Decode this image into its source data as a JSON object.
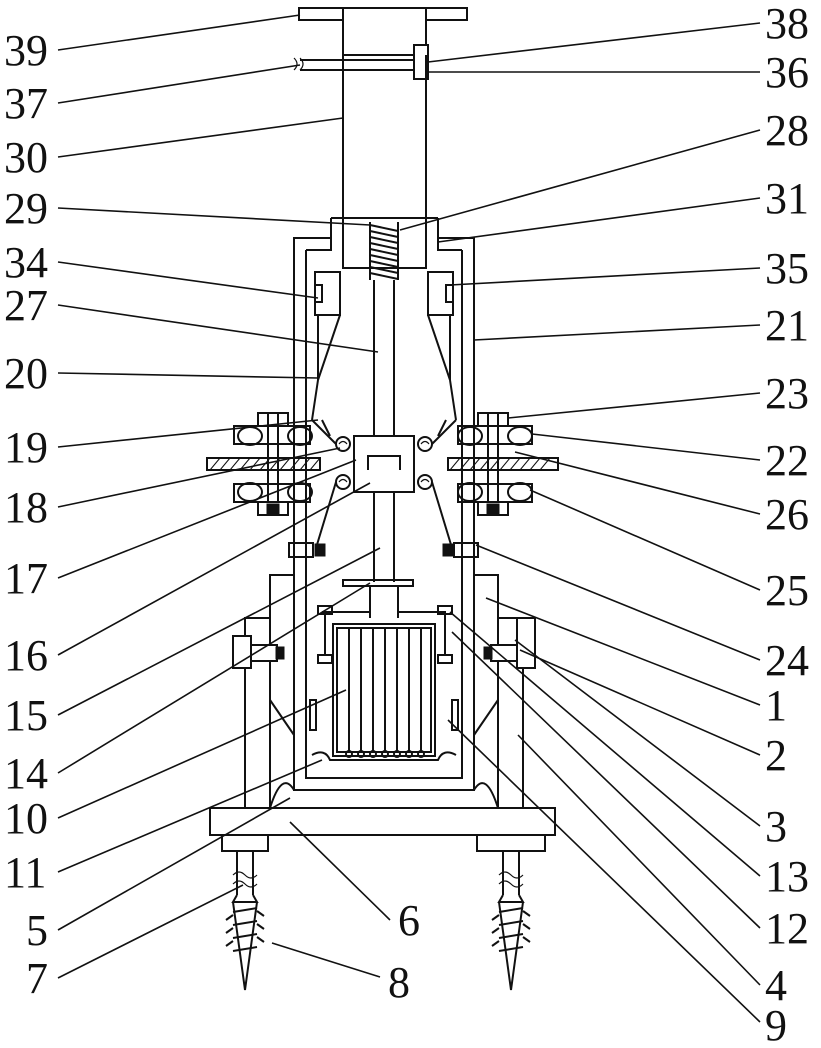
{
  "figure": {
    "callouts_left": [
      "39",
      "37",
      "30",
      "29",
      "34",
      "27",
      "20",
      "19",
      "18",
      "17",
      "16",
      "15",
      "14",
      "10",
      "11",
      "5",
      "7"
    ],
    "callouts_right": [
      "38",
      "36",
      "28",
      "31",
      "35",
      "21",
      "23",
      "22",
      "26",
      "25",
      "24",
      "1",
      "2",
      "3",
      "13",
      "12",
      "4",
      "9"
    ],
    "callouts_bottom": [
      "6",
      "8"
    ]
  }
}
